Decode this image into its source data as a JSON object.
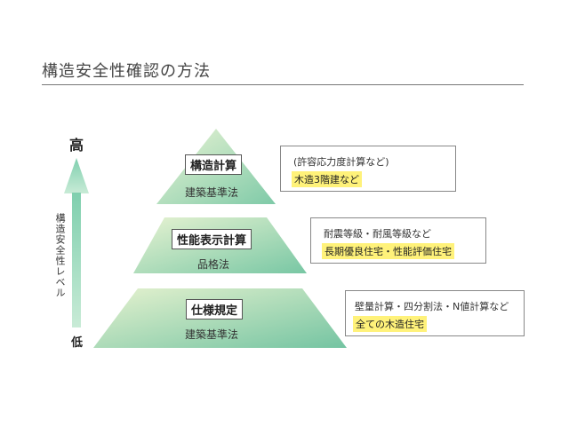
{
  "title": "構造安全性確認の方法",
  "axis": {
    "high": "高",
    "low": "低",
    "label": "構造安全性レベル"
  },
  "levels": [
    {
      "method": "構造計算",
      "law": "建築基準法",
      "detail": "(許容応力度計算など)",
      "highlight": "木造3階建など"
    },
    {
      "method": "性能表示計算",
      "law": "品格法",
      "detail": "耐震等級・耐風等級など",
      "highlight": "長期優良住宅・性能評価住宅"
    },
    {
      "method": "仕様規定",
      "law": "建築基準法",
      "detail": "壁量計算・四分割法・N値計算など",
      "highlight": "全ての木造住宅"
    }
  ],
  "colors": {
    "pyramid_light": "#e6f2cf",
    "pyramid_dark": "#6cc4a0",
    "highlight": "#fff27a",
    "arrow": "#8fd3b4"
  }
}
